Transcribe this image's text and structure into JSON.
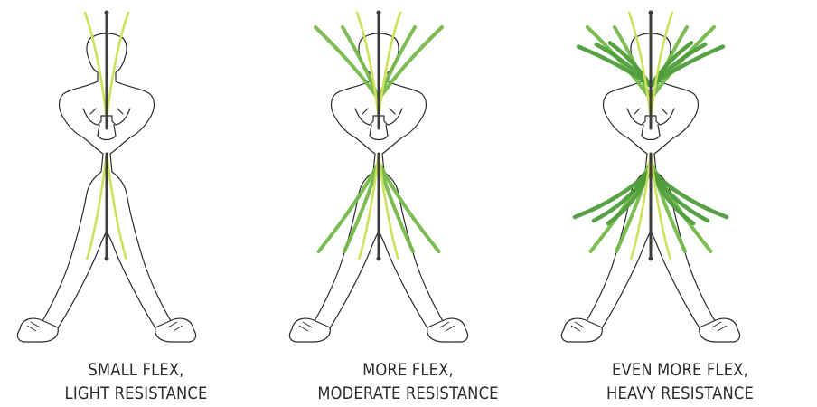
{
  "panels": [
    {
      "caption_line1": "SMALL FLEX,",
      "caption_line2": "LIGHT RESISTANCE"
    },
    {
      "caption_line1": "MORE FLEX,",
      "caption_line2": "MODERATE RESISTANCE"
    },
    {
      "caption_line1": "EVEN MORE FLEX,",
      "caption_line2": "HEAVY RESISTANCE"
    }
  ],
  "colors": {
    "light_flex": "#cfe15a",
    "moderate_flex": "#74b84a",
    "heavy_flex": "#4e9d3b",
    "bar": "#3d3d3d"
  }
}
